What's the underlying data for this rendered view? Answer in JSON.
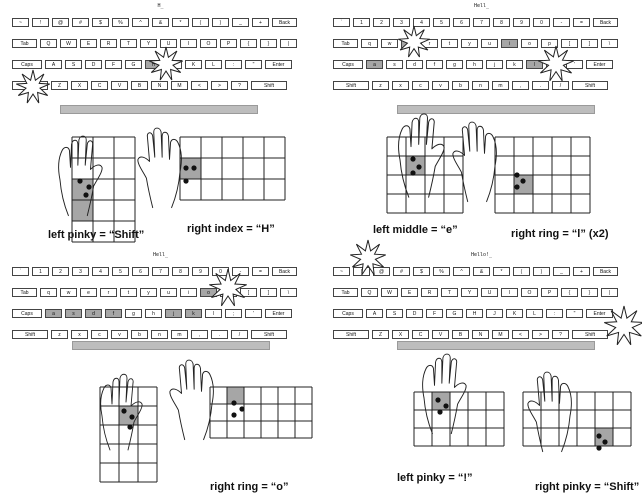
{
  "panels": [
    {
      "typed_text": "H_",
      "caption_left": "left pinky = “Shift”",
      "caption_right": "right index = “H”",
      "highlight_keys": [
        "h"
      ],
      "star_keys": [
        "Shift-L",
        "h"
      ]
    },
    {
      "typed_text": "Hell_",
      "caption_left": "left middle = “e”",
      "caption_right": "right ring = “l” (x2)",
      "highlight_keys": [
        "a",
        "e",
        "i",
        "l"
      ],
      "star_keys": [
        "e",
        "l"
      ]
    },
    {
      "typed_text": "Hell_",
      "caption_left": "",
      "caption_right": "right ring = “o”",
      "highlight_keys": [
        "a",
        "s",
        "d",
        "f",
        "o",
        "j",
        "k"
      ],
      "star_keys": [
        "o"
      ]
    },
    {
      "typed_text": "Hello!_",
      "caption_left": "left pinky = “!”",
      "caption_right": "right pinky = “Shift”",
      "highlight_keys": [
        "1",
        "2",
        "3"
      ],
      "star_keys": [
        "1",
        "Shift-R"
      ]
    }
  ],
  "keyboard_upper": {
    "row1": [
      "~",
      "!",
      "@",
      "#",
      "$",
      "%",
      "^",
      "&",
      "*",
      "(",
      ")",
      "_",
      "+",
      "Back"
    ],
    "row2": [
      "Tab",
      "Q",
      "W",
      "E",
      "R",
      "T",
      "Y",
      "U",
      "I",
      "O",
      "P",
      "{",
      "}",
      "|"
    ],
    "row3": [
      "Caps",
      "A",
      "S",
      "D",
      "F",
      "G",
      "H",
      "J",
      "K",
      "L",
      ":",
      "\"",
      "Enter"
    ],
    "row4": [
      "Shift",
      "Z",
      "X",
      "C",
      "V",
      "B",
      "N",
      "M",
      "<",
      ">",
      "?",
      "Shift"
    ]
  },
  "keyboard_lower": {
    "row1": [
      "`",
      "1",
      "2",
      "3",
      "4",
      "5",
      "6",
      "7",
      "8",
      "9",
      "0",
      "-",
      "=",
      "Back"
    ],
    "row2": [
      "Tab",
      "q",
      "w",
      "e",
      "r",
      "t",
      "y",
      "u",
      "i",
      "o",
      "p",
      "[",
      "]",
      "\\"
    ],
    "row3": [
      "Caps",
      "a",
      "s",
      "d",
      "f",
      "g",
      "h",
      "j",
      "k",
      "l",
      ";",
      "'",
      "Enter"
    ],
    "row4": [
      "Shift",
      "z",
      "x",
      "c",
      "v",
      "b",
      "n",
      "m",
      ",",
      ".",
      "/",
      "Shift"
    ]
  },
  "icons": {
    "star": "starburst-icon",
    "hand": "hand-icon"
  },
  "colors": {
    "grid_fill": "#a6a6a6",
    "progress_bar": "#bdbdbd"
  }
}
